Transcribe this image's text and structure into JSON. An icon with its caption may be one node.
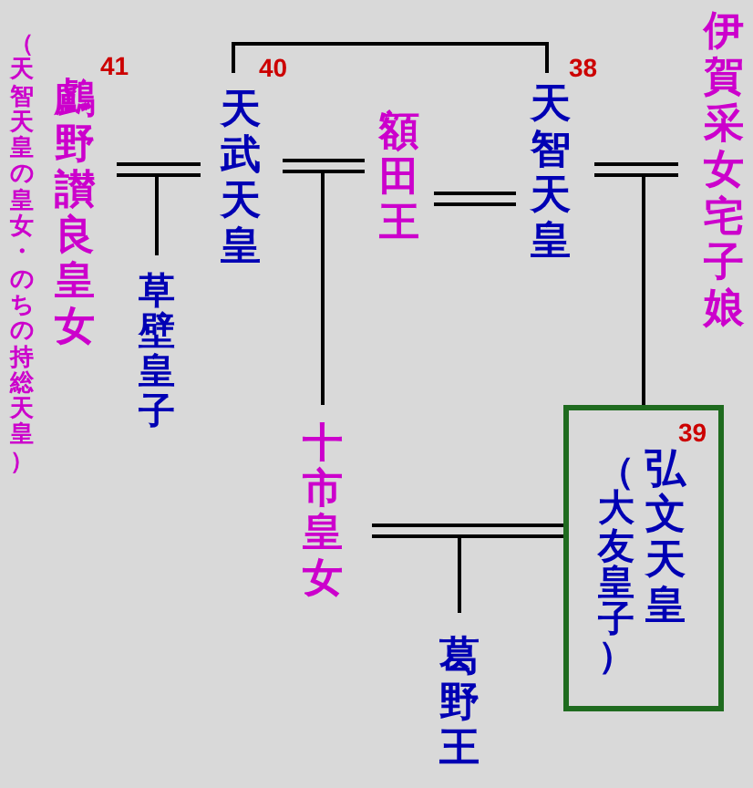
{
  "diagram": {
    "nodes": [
      {
        "text": [
          "天智天皇"
        ],
        "beside": [
          "38"
        ]
      },
      {
        "text": [
          "伊賀采女宅子娘"
        ]
      },
      {
        "text": [
          "額田王"
        ]
      },
      {
        "text": [
          "天武天皇"
        ],
        "beside": [
          "40"
        ]
      },
      {
        "text": [
          "鸕野讃良皇女"
        ],
        "beside": [
          "41",
          "（天智天皇の皇女・のちの持総天皇）"
        ]
      },
      {
        "text": [
          "草壁皇子"
        ]
      },
      {
        "text": [
          "十市皇女"
        ]
      },
      {
        "text": [
          "39",
          "（大友皇子）",
          "弘文天皇"
        ]
      },
      {
        "text": [
          "葛野王"
        ]
      }
    ],
    "edges": [
      {
        "from": 3,
        "to": 0,
        "arrow": "none"
      },
      {
        "from": 4,
        "to": 3,
        "arrow": "none"
      },
      {
        "from": 3,
        "to": 2,
        "arrow": "none"
      },
      {
        "from": 2,
        "to": 0,
        "arrow": "none"
      },
      {
        "from": 0,
        "to": 1,
        "arrow": "none"
      },
      {
        "from": 6,
        "to": 7,
        "arrow": "none"
      },
      {
        "from": 3,
        "to": 5,
        "arrow": "none"
      },
      {
        "from": 4,
        "to": 5,
        "arrow": "none"
      },
      {
        "from": 3,
        "to": 6,
        "arrow": "none"
      },
      {
        "from": 2,
        "to": 6,
        "arrow": "none"
      },
      {
        "from": 0,
        "to": 7,
        "arrow": "none"
      },
      {
        "from": 1,
        "to": 7,
        "arrow": "none"
      },
      {
        "from": 7,
        "to": 8,
        "arrow": "none"
      },
      {
        "from": 6,
        "to": 8,
        "arrow": "none"
      }
    ]
  }
}
